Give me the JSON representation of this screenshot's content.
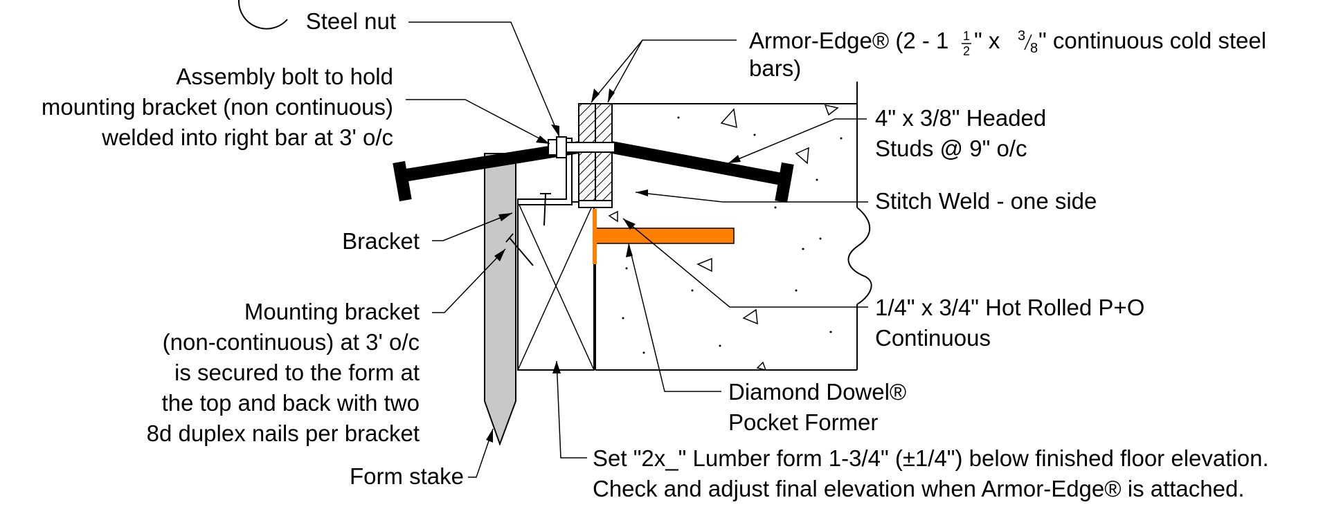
{
  "labels": {
    "steel_nut": "Steel nut",
    "assembly_bolt": [
      "Assembly bolt to hold",
      "mounting bracket (non continuous)",
      "welded into right bar at 3' o/c"
    ],
    "bracket": "Bracket",
    "mounting_bracket": [
      "Mounting bracket",
      "(non-continuous) at 3' o/c",
      "is secured to the form at",
      "the top and back with two",
      "8d duplex nails per bracket"
    ],
    "form_stake": "Form stake",
    "armor_edge_pre": "Armor-Edge® (2 - 1",
    "armor_edge_half_num": "1",
    "armor_edge_half_den": "2",
    "armor_edge_mid": "\" x",
    "armor_edge_frac_num": "3",
    "armor_edge_frac_den": "8",
    "armor_edge_post": "\" continuous cold steel",
    "armor_edge_line2": "bars)",
    "headed_studs": [
      "4\" x 3/8\" Headed",
      "Studs @ 9\" o/c"
    ],
    "stitch_weld": "Stitch Weld - one side",
    "hot_rolled": [
      "1/4\" x 3/4\" Hot Rolled P+O",
      "Continuous"
    ],
    "diamond_dowel": [
      "Diamond Dowel®",
      "Pocket Former"
    ],
    "lumber_form": [
      "Set \"2x_\" Lumber form 1-3/4\" (±1/4\") below finished floor elevation.",
      "Check and adjust final elevation when Armor-Edge® is attached."
    ]
  },
  "colors": {
    "dowel": "#ff7f00",
    "stake": "#c8c8c8",
    "steel": "#000000"
  }
}
